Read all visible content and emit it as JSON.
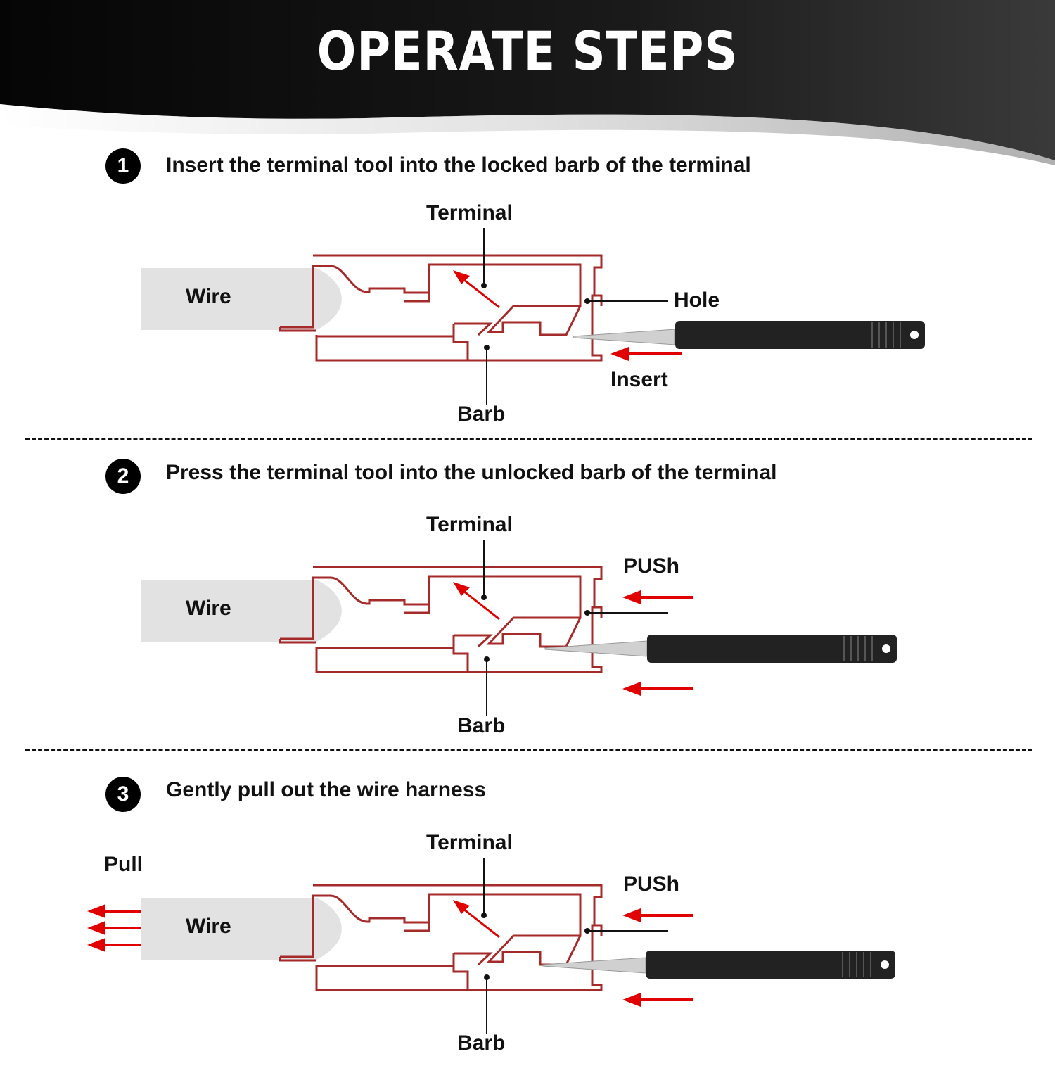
{
  "title": "OPERATE STEPS",
  "colors": {
    "banner": "#0c0c0c",
    "terminal_outline": "#a52a2a",
    "arrow": "#e00000",
    "wire": "#e2e2e2",
    "tool": "#222222"
  },
  "steps": [
    {
      "number": "1",
      "instruction": "Insert the terminal tool into the locked barb of the terminal",
      "labels": {
        "terminal": "Terminal",
        "wire": "Wire",
        "hole": "Hole",
        "insert": "Insert",
        "barb": "Barb"
      }
    },
    {
      "number": "2",
      "instruction": "Press the terminal tool into the unlocked barb of the terminal",
      "labels": {
        "terminal": "Terminal",
        "wire": "Wire",
        "push": "PUSh",
        "barb": "Barb"
      }
    },
    {
      "number": "3",
      "instruction": "Gently pull out the wire harness",
      "labels": {
        "terminal": "Terminal",
        "wire": "Wire",
        "pull": "Pull",
        "push": "PUSh",
        "barb": "Barb"
      }
    }
  ]
}
